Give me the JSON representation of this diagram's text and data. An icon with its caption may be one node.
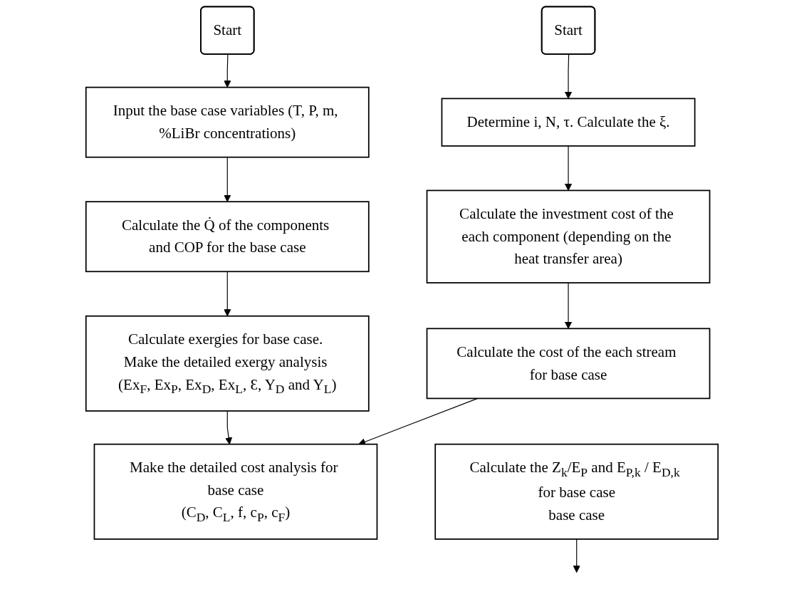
{
  "diagram": {
    "nodes": [
      {
        "text": [
          "Start"
        ]
      },
      {
        "text": [
          "Input the base case variables (T, P, m, %LiBr concentrations)"
        ]
      },
      {
        "text": [
          "Calculate the Q̇ of the components and COP for the base case"
        ]
      },
      {
        "text": [
          "Calculate exergies for base case. Make the detailed exergy analysis (Ex$_{F}$, Ex$_{P}$, Ex$_{D}$, Ex$_{L}$, Ɛ, Y$_{D}$ and Y$_{L}$)"
        ]
      },
      {
        "text": [
          "Make the detailed cost analysis for base case",
          "(C$_{D}$, C$_{L}$, f, c$_{P}$, c$_{F}$)"
        ]
      },
      {
        "text": [
          "Start"
        ]
      },
      {
        "text": [
          "Determine i, N, τ. Calculate the ξ."
        ]
      },
      {
        "text": [
          "Calculate the investment cost of the each component (depending on the heat transfer area)"
        ]
      },
      {
        "text": [
          "Calculate the cost of the each stream for base case"
        ]
      },
      {
        "text": [
          "Calculate the Z$_{k}$/E$_{P}$ and E$_{P,k}$ / E$_{D,k}$ for base case",
          "base case"
        ]
      }
    ],
    "edges": [
      {
        "from": 0,
        "to": 1,
        "arrow": "to"
      },
      {
        "from": 1,
        "to": 2,
        "arrow": "to"
      },
      {
        "from": 2,
        "to": 3,
        "arrow": "to"
      },
      {
        "from": 3,
        "to": 4,
        "arrow": "to"
      },
      {
        "from": 5,
        "to": 6,
        "arrow": "to"
      },
      {
        "from": 6,
        "to": 7,
        "arrow": "to"
      },
      {
        "from": 7,
        "to": 8,
        "arrow": "to"
      },
      {
        "from": 8,
        "to": 4,
        "arrow": "to"
      },
      {
        "from": 9,
        "to": null,
        "arrow": "to"
      }
    ]
  }
}
